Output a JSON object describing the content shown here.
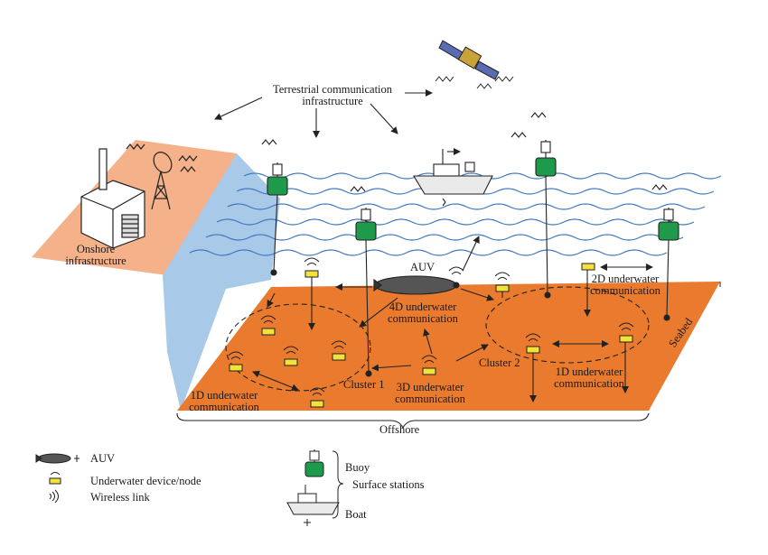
{
  "labels": {
    "terrestrial": "Terrestrial communication infrastructure",
    "onshore": "Onshore infrastructure",
    "auv": "AUV",
    "comm_4d": "4D underwater communication",
    "comm_3d": "3D underwater communication",
    "comm_2d": "2D underwater communication",
    "comm_1d_left": "1D underwater communication",
    "comm_1d_right": "1D underwater communication",
    "cluster1": "Cluster 1",
    "cluster2": "Cluster 2",
    "seabed": "Seabed",
    "offshore": "Offshore"
  },
  "legend": {
    "auv": "AUV",
    "device": "Underwater device/node",
    "wireless": "Wireless link",
    "buoy": "Buoy",
    "surface_stations": "Surface stations",
    "boat": "Boat"
  },
  "colors": {
    "land": "#f4b18a",
    "water": "#a9c9e8",
    "seabed": "#e97a2e",
    "buoy": "#1d9a4a",
    "device": "#f2e23a",
    "waves": "#3f78c0"
  }
}
